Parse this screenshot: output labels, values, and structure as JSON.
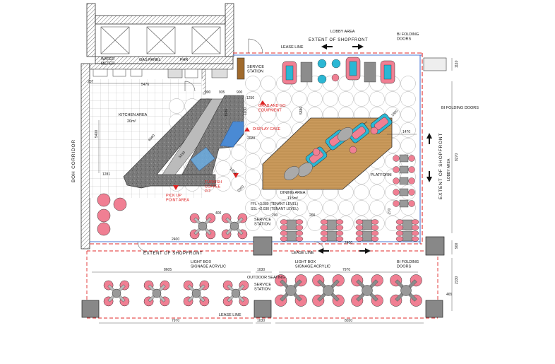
{
  "labels": {
    "lobby_area_top": "LOBBY AREA",
    "extent_top": "EXTENT OF SHOPFRONT",
    "bi_folding_top": "BI FOLDING\nDOORS",
    "lease_line_top": "LEASE LINE",
    "water_meter": "WATER\nMETER",
    "gas_panel": "GAS PANEL",
    "fhr": "FHR",
    "service_station_top": "SERVICE\nSTATION",
    "kitchen_area": "KITCHEN AREA",
    "kitchen_size": "20m²",
    "grab_go": "GRAB AND GO\nEQUIPMENT",
    "display_case": "DISPLAY CASE",
    "turkish_coffee": "TURKISH\nCOFFEE\nPIT",
    "pick_up": "PICK UP\nPOINT AREA",
    "boh_corridor": "BOH CORRIDOR",
    "dining_area": "DINING AREA",
    "dining_size": "115m²",
    "platform": "PLATFORM",
    "ffl": "FFL +3.380 (TENANT LEVEL)",
    "ssl": "SSL +2.030 (TENANT LEVEL)",
    "bi_folding_right": "BI FOLDING DOORS",
    "lobby_area_right": "LOBBY AREA",
    "extent_right": "EXTENT OF SHOPFRONT",
    "service_station_mid": "SERVICE\nSTATION",
    "extent_bottom": "EXTENT OF SHOPFRONT",
    "lease_line_mid": "LEASE LINE",
    "light_box_left": "LIGHT BOX\nSIGNAGE ACRYLIC",
    "light_box_right": "LIGHT BOX\nSIGNAGE ACRYLIC",
    "bi_folding_bottom": "BI FOLDING\nDOORS",
    "outdoor_seating": "OUTDOOR SEATING",
    "service_station_out": "SERVICE\nSTATION",
    "lease_line_bottom": "LEASE LINE"
  },
  "dims": {
    "d5476": "5476",
    "d207": "207",
    "d900a": "900",
    "d935": "935",
    "d900b": "900",
    "d1250": "1250",
    "d1100": "1100",
    "d1530": "1530",
    "d2020": "2020",
    "d5400": "5400",
    "d1281": "1281",
    "d6560": "6560",
    "d5330": "5330",
    "d1350": "1350",
    "d5380": "5380",
    "d1800": "1800",
    "d1470": "1470",
    "d8270": "8270",
    "d1110": "1110",
    "d400": "400",
    "d2400a": "2400",
    "d8605": "8605",
    "d1030a": "1030",
    "d200a": "200",
    "d200b": "200",
    "d2400b": "2400",
    "d270": "270",
    "d7970a": "7970",
    "d900c": "900",
    "d2330": "2330",
    "d465": "465",
    "d7970b": "7970",
    "d1030b": "1030",
    "d8020": "8020",
    "d2000": "2000"
  },
  "colors": {
    "wall": "#8a8a8a",
    "glass": "#4a77d4",
    "lease": "#e02828",
    "chair": "#f07f93",
    "table_gray": "#8c8c8c",
    "platform": "#c79a5e",
    "teal": "#2bb7d4",
    "counter": "#7c7c7c"
  }
}
